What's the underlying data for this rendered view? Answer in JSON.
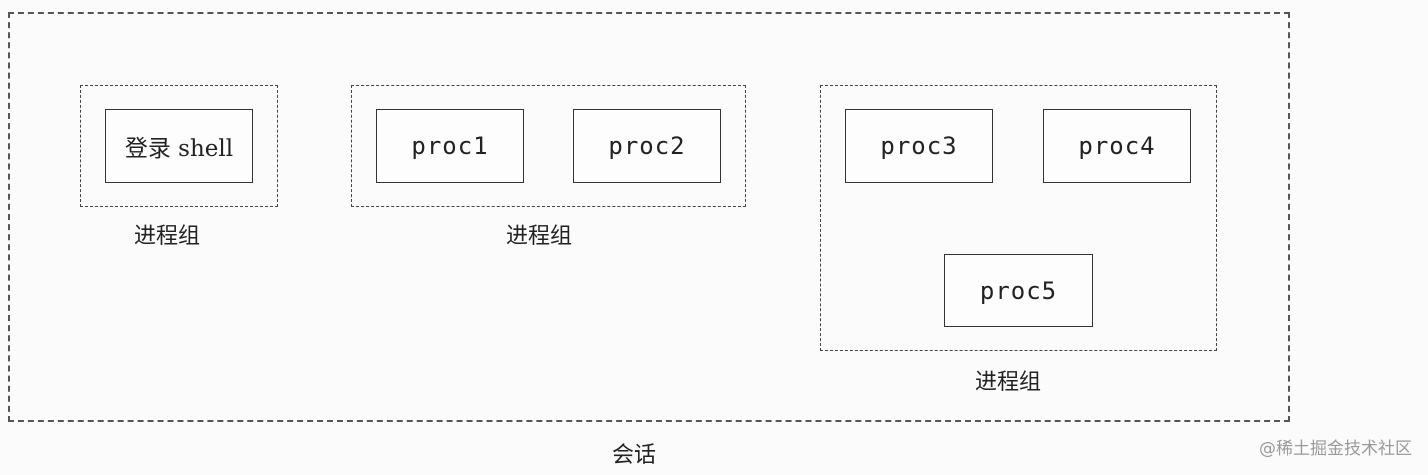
{
  "session": {
    "caption": "会话"
  },
  "groups": [
    {
      "caption": "进程组",
      "processes": [
        "登录 shell"
      ]
    },
    {
      "caption": "进程组",
      "processes": [
        "proc1",
        "proc2"
      ]
    },
    {
      "caption": "进程组",
      "processes": [
        "proc3",
        "proc4",
        "proc5"
      ]
    }
  ],
  "watermark": "@稀土掘金技术社区"
}
